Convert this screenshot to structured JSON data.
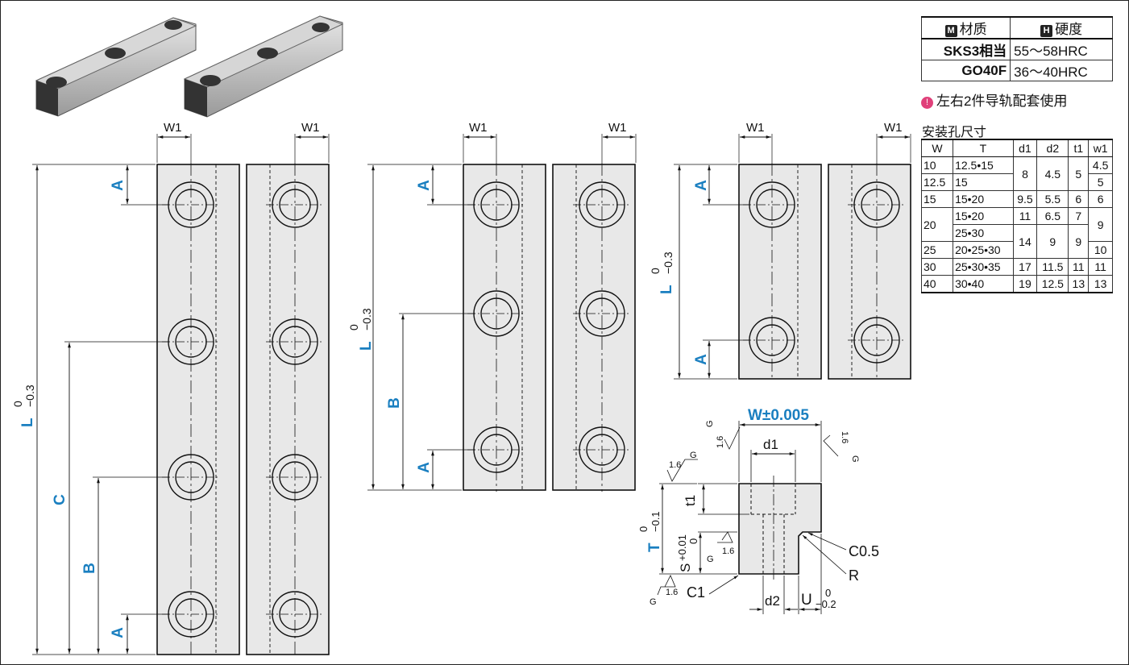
{
  "material_table": {
    "header_material_icon": "M",
    "header_material": "材质",
    "header_hardness_icon": "H",
    "header_hardness": "硬度",
    "rows": [
      {
        "material": "SKS3相当",
        "hardness": "55～58HRC"
      },
      {
        "material": "GO40F",
        "hardness": "36～40HRC"
      }
    ]
  },
  "note": {
    "icon": "pin-icon",
    "text": "左右2件导轨配套使用"
  },
  "hole_table": {
    "title": "安装孔尺寸",
    "headers": [
      "W",
      "T",
      "d1",
      "d2",
      "t1",
      "w1"
    ],
    "cells": {
      "r10_w": "10",
      "r10_t": "12.5•15",
      "r10_d1": "8",
      "r10_d2": "4.5",
      "r10_t1": "5",
      "r10_w1": "4.5",
      "r125_w": "12.5",
      "r125_t": "15",
      "r125_w1": "5",
      "r15_w": "15",
      "r15_t": "15•20",
      "r15_d1": "9.5",
      "r15_d2": "5.5",
      "r15_t1": "6",
      "r15_w1": "6",
      "r20_w": "20",
      "r20a_t": "15•20",
      "r20a_d1": "11",
      "r20a_d2": "6.5",
      "r20a_t1": "7",
      "r20_w1": "9",
      "r20b_t": "25•30",
      "r20b_d1": "14",
      "r20b_d2": "9",
      "r20b_t1": "9",
      "r25_w": "25",
      "r25_t": "20•25•30",
      "r25_w1": "10",
      "r30_w": "30",
      "r30_t": "25•30•35",
      "r30_d1": "17",
      "r30_d2": "11.5",
      "r30_t1": "11",
      "r30_w1": "11",
      "r40_w": "40",
      "r40_t": "30•40",
      "r40_d1": "19",
      "r40_d2": "12.5",
      "r40_t1": "13",
      "r40_w1": "13"
    }
  },
  "labels": {
    "w1": "W1",
    "a": "A",
    "b": "B",
    "c": "C",
    "l": "L",
    "l_upper": "0",
    "l_lower": "−0.3",
    "w_tol": "W±0.005",
    "d1": "d1",
    "d2": "d2",
    "t1": "t1",
    "t": "T",
    "t_upper": "0",
    "t_lower": "−0.1",
    "s": "S",
    "s_upper": "+0.01",
    "s_lower": "0",
    "u": "U",
    "u_upper": "0",
    "u_lower": "−0.2",
    "c05": "C0.5",
    "c1": "C1",
    "r": "R",
    "rough": "1.6",
    "g": "G"
  },
  "photo": {
    "description_icon": "guide-rail-photo"
  }
}
